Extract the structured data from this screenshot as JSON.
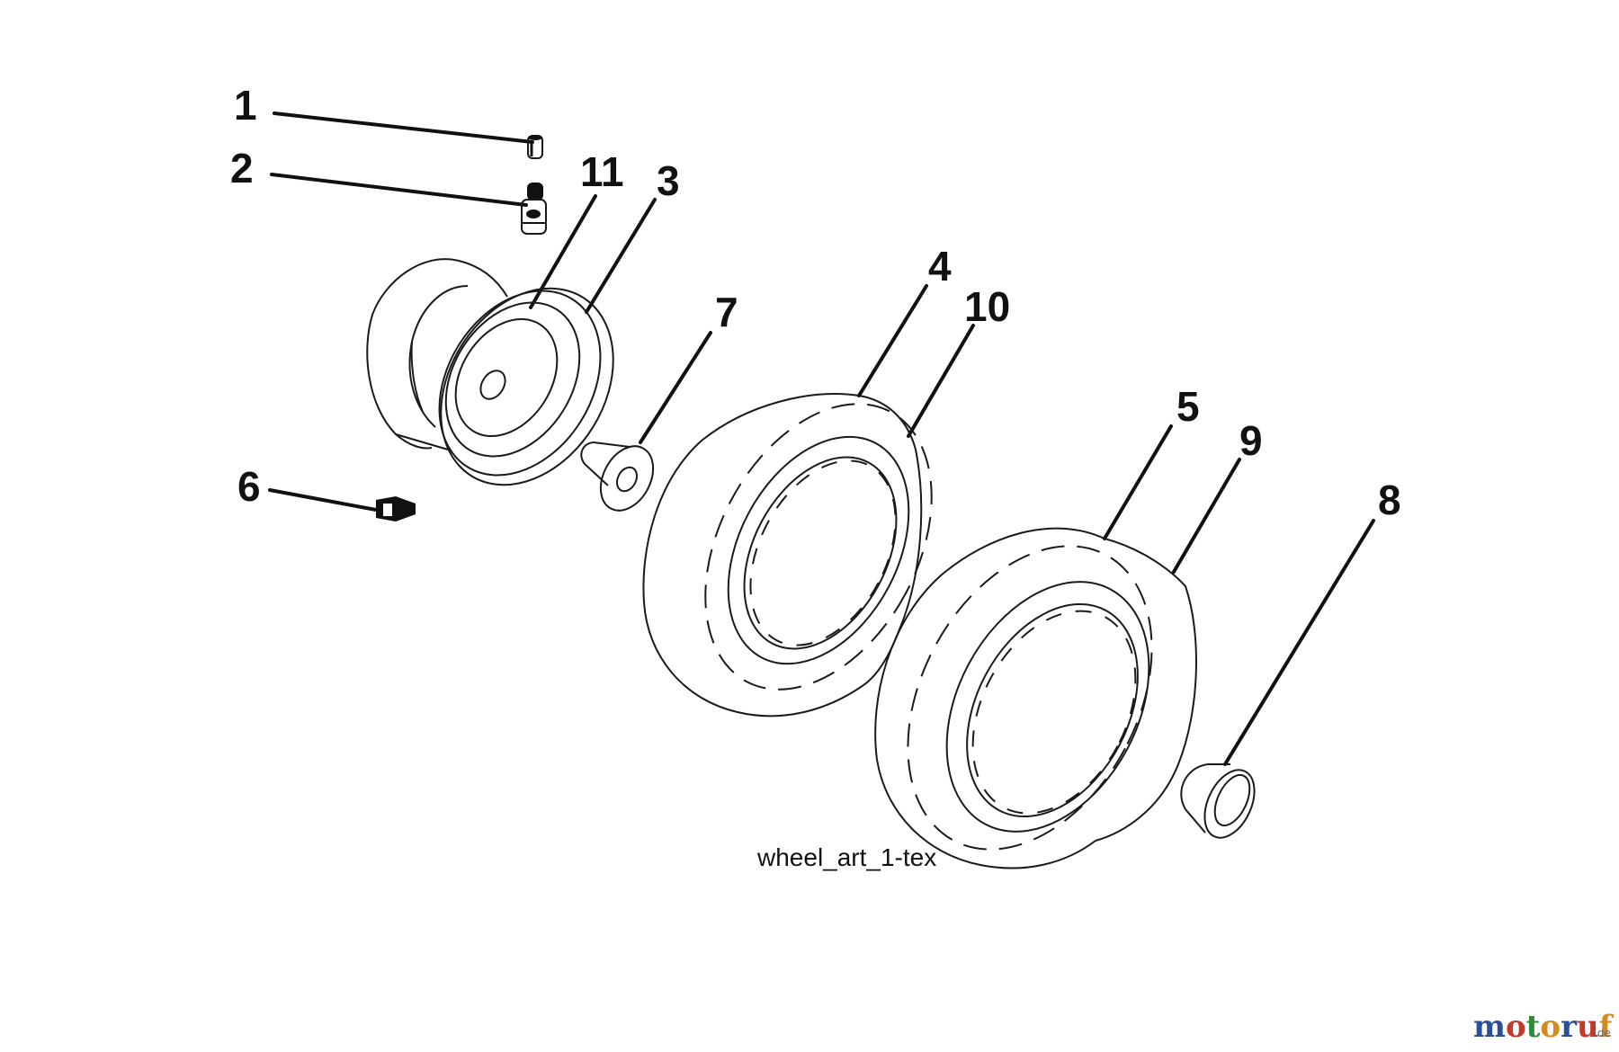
{
  "callouts": [
    {
      "id": "1",
      "label": "1"
    },
    {
      "id": "2",
      "label": "2"
    },
    {
      "id": "3",
      "label": "3"
    },
    {
      "id": "4",
      "label": "4"
    },
    {
      "id": "5",
      "label": "5"
    },
    {
      "id": "6",
      "label": "6"
    },
    {
      "id": "7",
      "label": "7"
    },
    {
      "id": "8",
      "label": "8"
    },
    {
      "id": "9",
      "label": "9"
    },
    {
      "id": "10",
      "label": "10"
    },
    {
      "id": "11",
      "label": "11"
    }
  ],
  "art_label": "wheel_art_1-tex",
  "watermark": {
    "letters": [
      "m",
      "o",
      "t",
      "o",
      "r",
      "u",
      "f"
    ],
    "tld": ".de",
    "colors": [
      "#2b4d9a",
      "#c0392b",
      "#2e8b3a",
      "#d48a1f",
      "#2b4d9a",
      "#c0392b",
      "#d48a1f"
    ]
  }
}
